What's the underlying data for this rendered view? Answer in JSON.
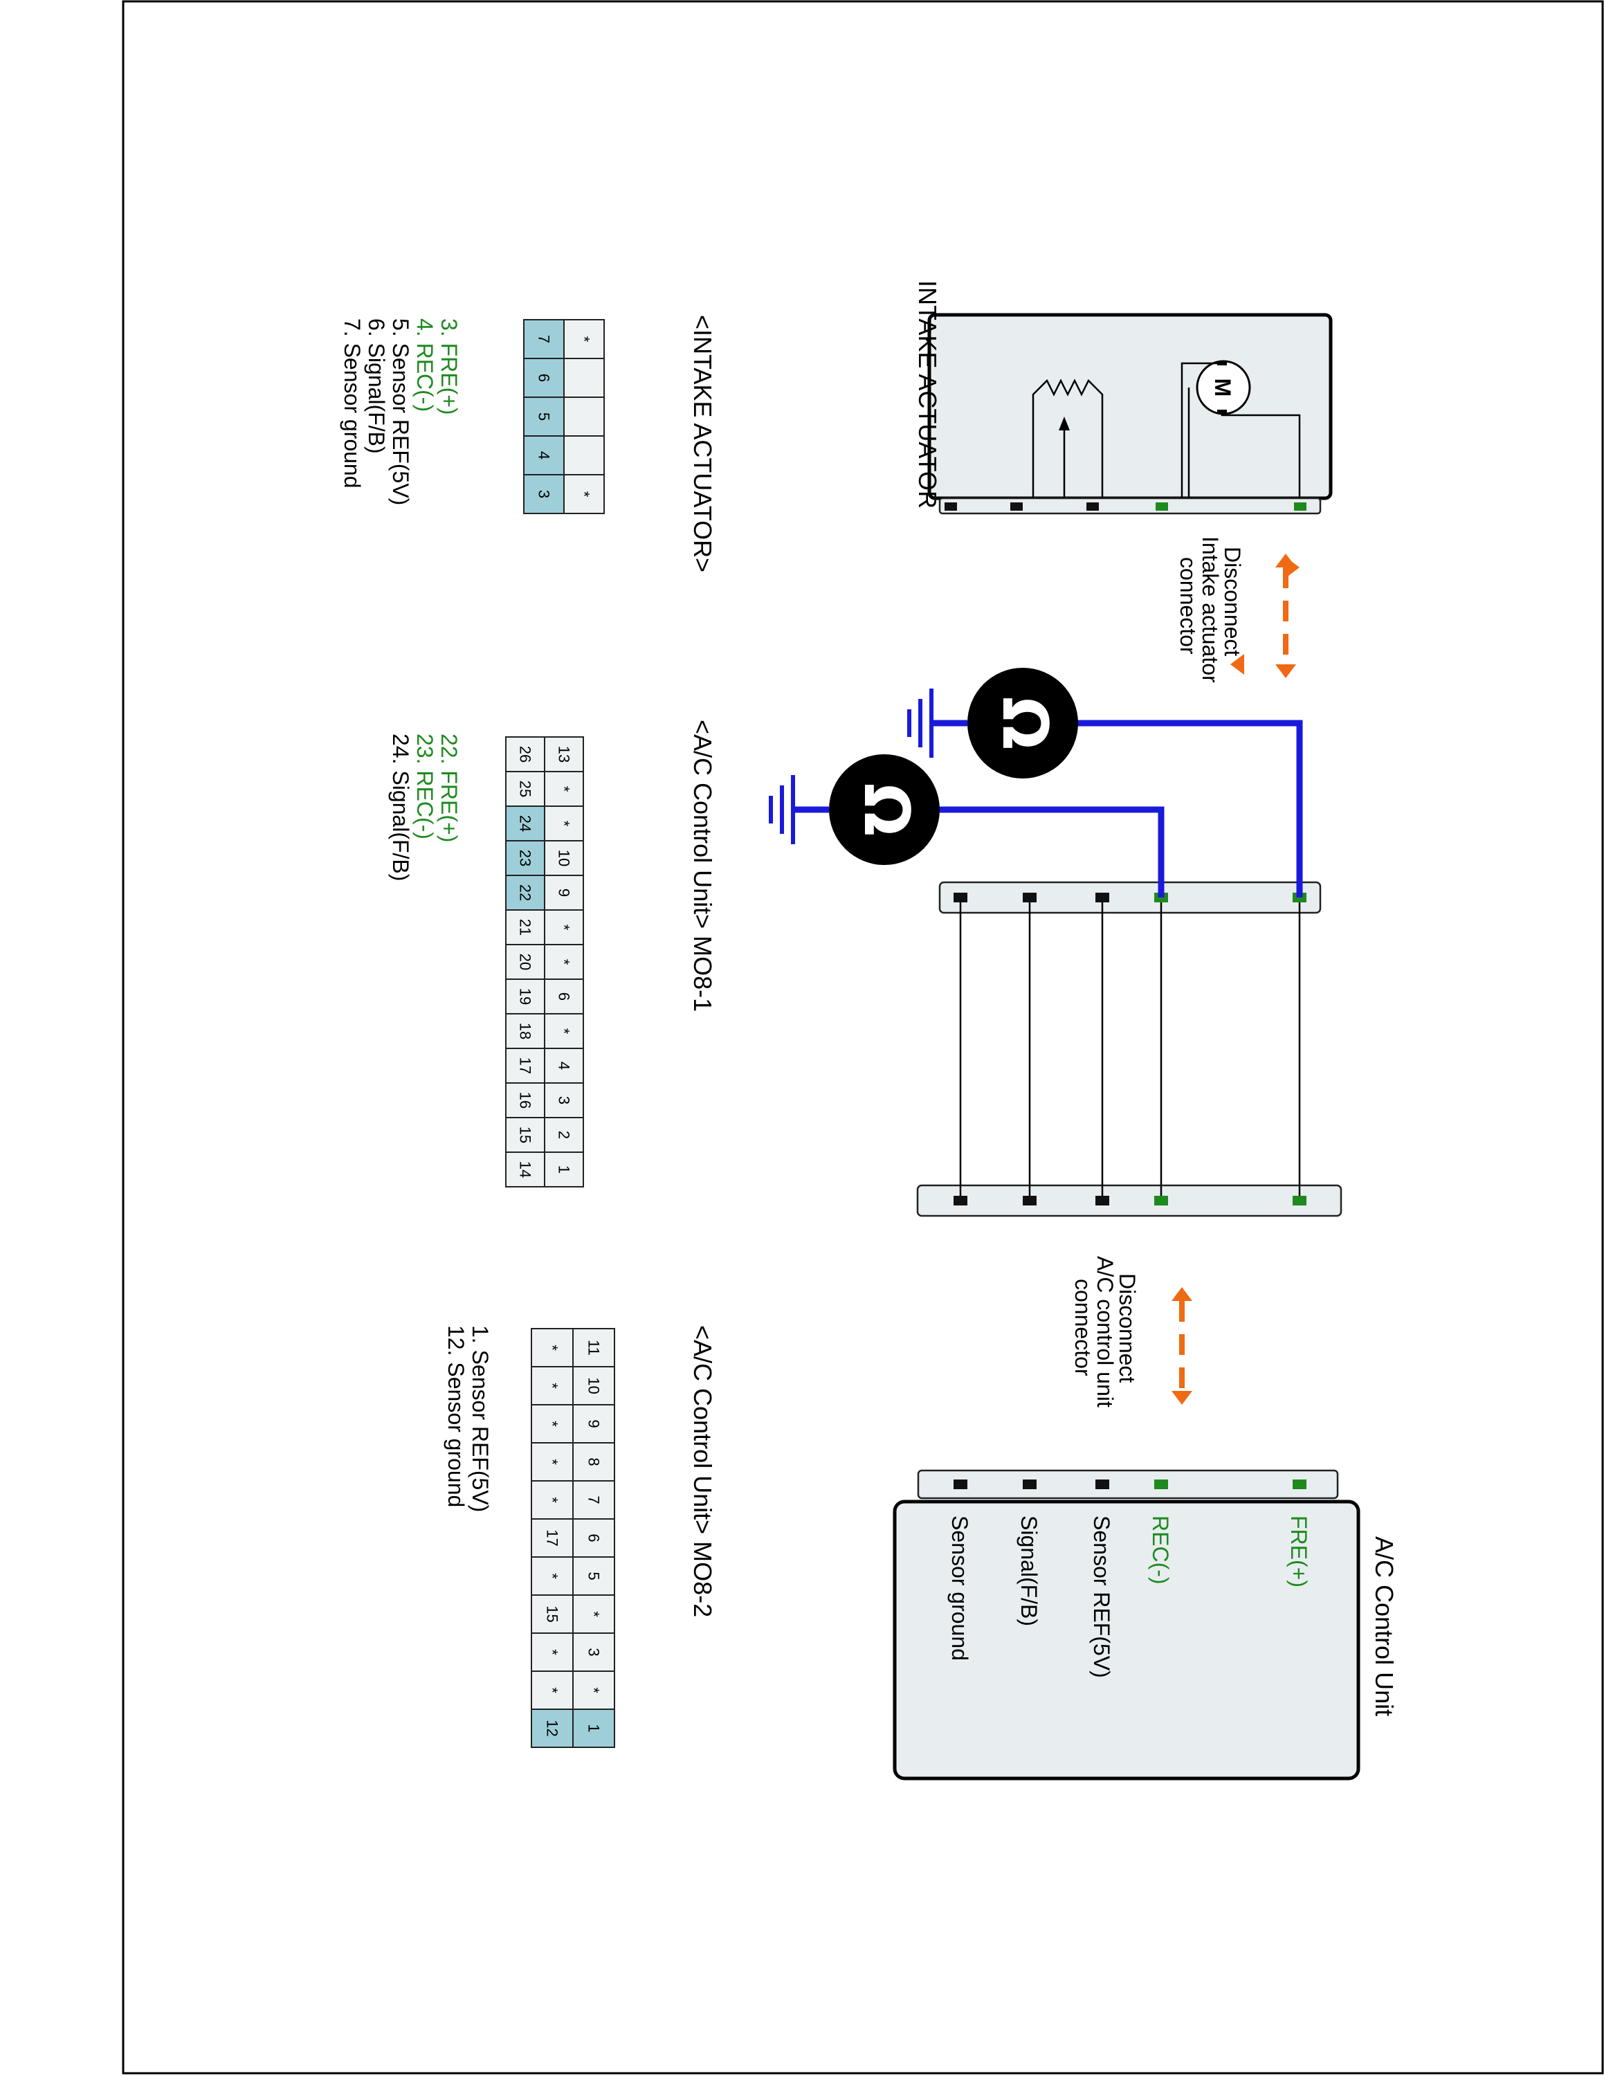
{
  "intake_actuator": {
    "title": "INTAKE ACTUATOR",
    "motor_label": "M"
  },
  "disconnect_intake": [
    "Disconnect",
    "Intake actuator",
    "connector"
  ],
  "disconnect_ac": [
    "Disconnect",
    "A/C control unit",
    "connector"
  ],
  "ac_control_unit": {
    "title": "A/C Control Unit",
    "pins": [
      {
        "label": "FRE(+)",
        "color": "green"
      },
      {
        "label": "REC(-)",
        "color": "green"
      },
      {
        "label": "Sensor REF(5V)",
        "color": "black"
      },
      {
        "label": "Signal(F/B)",
        "color": "black"
      },
      {
        "label": "Sensor ground",
        "color": "black"
      }
    ]
  },
  "intake_connector": {
    "title": "<INTAKE ACTUATOR>",
    "top_row": [
      "*",
      "",
      "",
      "",
      "*"
    ],
    "bottom_row": [
      "7",
      "6",
      "5",
      "4",
      "3"
    ],
    "legend": [
      {
        "text": "3. FRE(+)",
        "color": "green"
      },
      {
        "text": "4. REC(-)",
        "color": "green"
      },
      {
        "text": "5. Sensor REF(5V)",
        "color": "black"
      },
      {
        "text": "6. Signal(F/B)",
        "color": "black"
      },
      {
        "text": "7. Sensor ground",
        "color": "black"
      }
    ]
  },
  "mo8_1": {
    "title": "<A/C Control Unit> MO8-1",
    "top_row": [
      "13",
      "*",
      "*",
      "10",
      "9",
      "*",
      "*",
      "6",
      "*",
      "4",
      "3",
      "2",
      "1"
    ],
    "bottom_row": [
      "26",
      "25",
      "24",
      "23",
      "22",
      "21",
      "20",
      "19",
      "18",
      "17",
      "16",
      "15",
      "14"
    ],
    "highlight": [
      "24",
      "23",
      "22"
    ],
    "legend": [
      {
        "text": "22. FRE(+)",
        "color": "green"
      },
      {
        "text": "23. REC(-)",
        "color": "green"
      },
      {
        "text": "24. Signal(F/B)",
        "color": "black"
      }
    ]
  },
  "mo8_2": {
    "title": "<A/C Control Unit> MO8-2",
    "top_row": [
      "11",
      "10",
      "9",
      "8",
      "7",
      "6",
      "5",
      "*",
      "3",
      "*",
      "1"
    ],
    "bottom_row": [
      "*",
      "*",
      "*",
      "*",
      "*",
      "17",
      "*",
      "15",
      "*",
      "*",
      "12"
    ],
    "mid_row": [
      "*",
      "*",
      "*",
      "*",
      "*",
      "*",
      "*",
      "*",
      "*",
      "*",
      ""
    ],
    "highlight": [
      "1",
      "12"
    ],
    "legend": [
      {
        "text": "1. Sensor REF(5V)",
        "color": "black"
      },
      {
        "text": "12. Sensor ground",
        "color": "black"
      }
    ]
  },
  "meter_symbol": "Ω",
  "colors": {
    "green": "#1e8a1e",
    "blue_wire": "#1a1adc",
    "orange_arrow": "#f06a14",
    "highlight": "#9ecfd9"
  }
}
